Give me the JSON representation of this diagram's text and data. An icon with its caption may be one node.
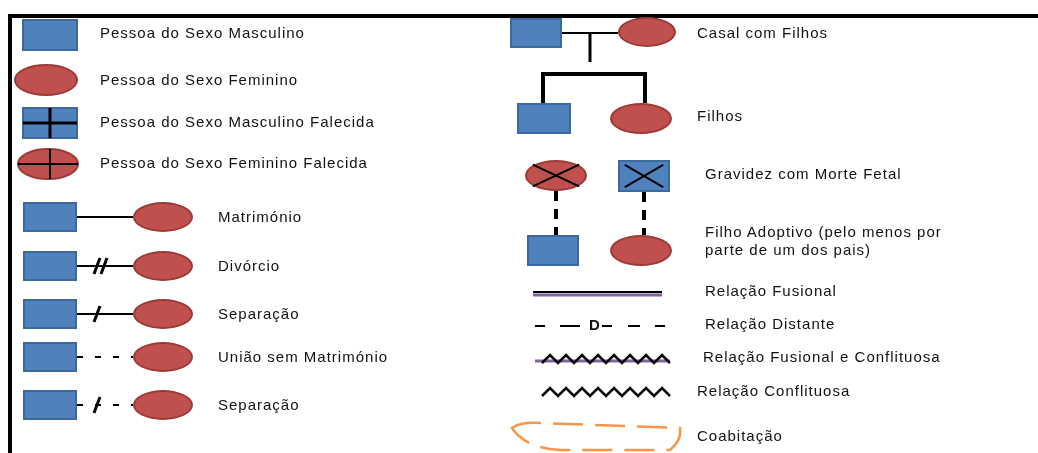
{
  "diagram": {
    "nodes": [
      {
        "text": [],
        "shape": "box"
      },
      {
        "text": [],
        "shape": "ellipse"
      },
      {
        "text": [],
        "shape": "box"
      },
      {
        "text": [],
        "shape": "ellipse"
      },
      {
        "text": [],
        "shape": "box"
      },
      {
        "text": [],
        "shape": "ellipse"
      },
      {
        "text": [],
        "shape": "box"
      },
      {
        "text": [],
        "shape": "ellipse"
      },
      {
        "text": [],
        "shape": "box"
      },
      {
        "text": [],
        "shape": "ellipse"
      },
      {
        "text": [],
        "shape": "box"
      },
      {
        "text": [],
        "shape": "ellipse"
      },
      {
        "text": [],
        "shape": "box"
      },
      {
        "text": [],
        "shape": "ellipse"
      },
      {
        "text": [],
        "shape": "ellipse"
      },
      {
        "text": [],
        "shape": "box"
      },
      {
        "text": [],
        "shape": "box"
      },
      {
        "text": [],
        "shape": "ellipse"
      }
    ],
    "edges": [
      {
        "from": 0,
        "to": 1,
        "arrow": "none"
      },
      {
        "from": 2,
        "to": 3,
        "arrow": "none"
      },
      {
        "from": 4,
        "to": 5,
        "arrow": "none"
      },
      {
        "from": 6,
        "to": 7,
        "arrow": "none",
        "style": "dashed"
      },
      {
        "from": 8,
        "to": 9,
        "arrow": "none",
        "style": "dashed"
      },
      {
        "from": 10,
        "to": 11,
        "arrow": "none"
      },
      {
        "from": 12,
        "to": 13,
        "arrow": "none",
        "style": "thick"
      },
      {
        "from": 14,
        "to": 16,
        "arrow": "none",
        "style": "dashed"
      },
      {
        "from": 15,
        "to": 17,
        "arrow": "none",
        "style": "dashed"
      }
    ],
    "labels": [
      "D"
    ],
    "legend": [
      {
        "text": "Pessoa do Sexo Masculino"
      },
      {
        "text": "Pessoa do Sexo Feminino"
      },
      {
        "text": "Pessoa do Sexo Masculino Falecida"
      },
      {
        "text": "Pessoa do Sexo Feminino Falecida"
      },
      {
        "text": "Matrimónio"
      },
      {
        "text": "Divórcio"
      },
      {
        "text": "Separação"
      },
      {
        "text": "União sem Matrimónio"
      },
      {
        "text": "Separação"
      },
      {
        "text": "Casal com Filhos"
      },
      {
        "text": "Filhos"
      },
      {
        "text": "Gravidez com Morte Fetal"
      },
      {
        "text": "Filho Adoptivo (pelo menos por parte de um dos pais)"
      },
      {
        "text": "Relação Fusional"
      },
      {
        "text": "Relação Distante"
      },
      {
        "text": "Relação Fusional e Conflituosa"
      },
      {
        "text": "Relação Conflituosa"
      },
      {
        "text": "Coabitação"
      }
    ]
  }
}
